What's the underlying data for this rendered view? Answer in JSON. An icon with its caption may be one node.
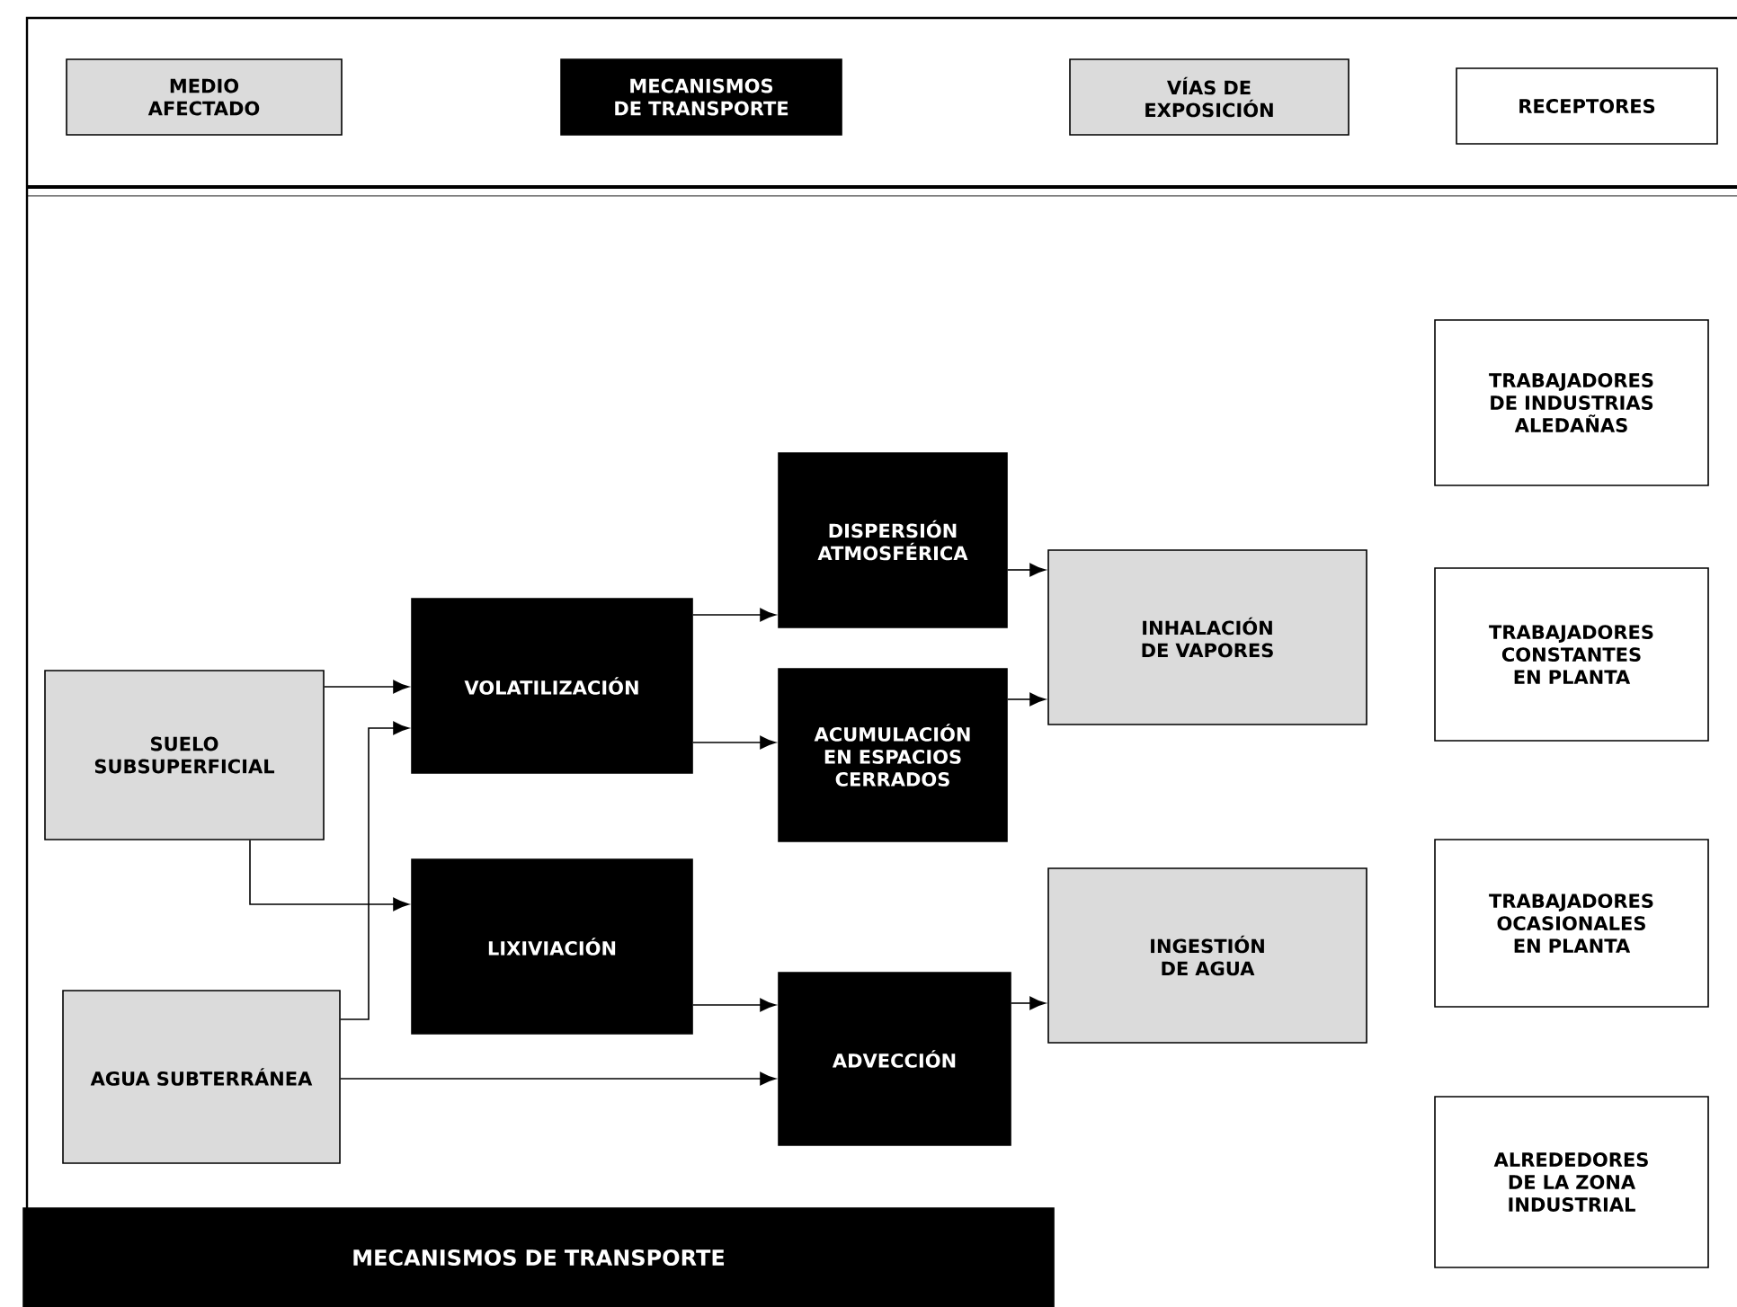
{
  "diagram": {
    "nodes": [
      {
        "text": [
          "MEDIO AFECTADO"
        ]
      },
      {
        "text": [
          "MECANISMOS DE TRANSPORTE"
        ]
      },
      {
        "text": [
          "VÍAS DE EXPOSICIÓN"
        ]
      },
      {
        "text": [
          "RECEPTORES"
        ]
      },
      {
        "text": [
          "SUELO SUBSUPERFICIAL"
        ]
      },
      {
        "text": [
          "AGUA SUBTERRÁNEA"
        ]
      },
      {
        "text": [
          "VOLATILIZACIÓN"
        ]
      },
      {
        "text": [
          "LIXIVIACIÓN"
        ]
      },
      {
        "text": [
          "DISPERSIÓN ATMOSFÉRICA"
        ]
      },
      {
        "text": [
          "ACUMULACIÓN EN ESPACIOS CERRADOS"
        ]
      },
      {
        "text": [
          "ADVECCIÓN"
        ]
      },
      {
        "text": [
          "INHALACIÓN DE VAPORES"
        ]
      },
      {
        "text": [
          "INGESTIÓN DE AGUA"
        ]
      },
      {
        "text": [
          "TRABAJADORES DE INDUSTRIAS ALEDAÑAS"
        ]
      },
      {
        "text": [
          "TRABAJADORES CONSTANTES EN PLANTA"
        ]
      },
      {
        "text": [
          "TRABAJADORES OCASIONALES EN PLANTA"
        ]
      },
      {
        "text": [
          "ALREDEDORES DE LA ZONA INDUSTRIAL"
        ]
      },
      {
        "text": [
          "MECANISMOS DE TRANSPORTE"
        ]
      }
    ],
    "edges": [
      {
        "from": 4,
        "to": 6,
        "arrow": "to"
      },
      {
        "from": 4,
        "to": 7,
        "arrow": "to"
      },
      {
        "from": 5,
        "to": 6,
        "arrow": "to"
      },
      {
        "from": 5,
        "to": 10,
        "arrow": "to"
      },
      {
        "from": 6,
        "to": 8,
        "arrow": "to"
      },
      {
        "from": 6,
        "to": 9,
        "arrow": "to"
      },
      {
        "from": 8,
        "to": 11,
        "arrow": "to"
      },
      {
        "from": 9,
        "to": 11,
        "arrow": "to"
      },
      {
        "from": 7,
        "to": 10,
        "arrow": "to"
      },
      {
        "from": 10,
        "to": 12,
        "arrow": "to"
      }
    ]
  }
}
